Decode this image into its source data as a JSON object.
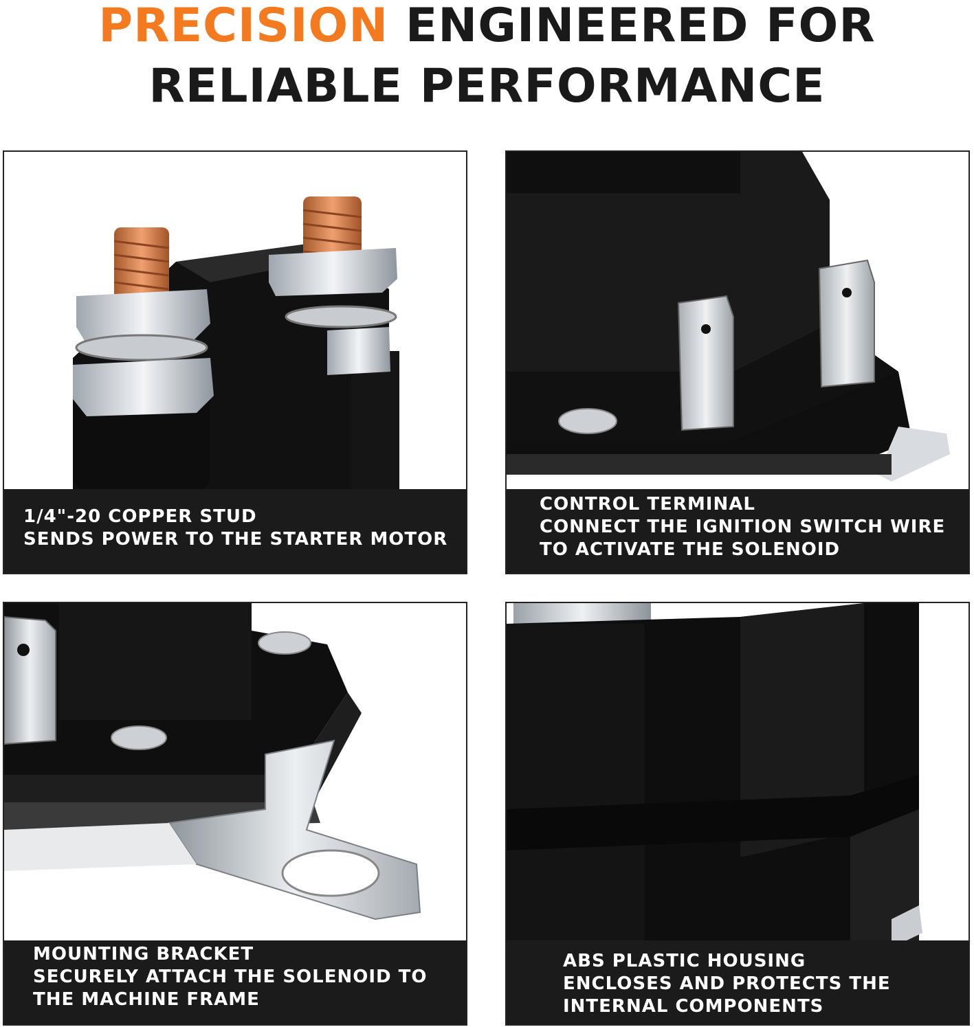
{
  "headline": {
    "accent_word": "PRECISION",
    "line1_rest": "ENGINEERED FOR",
    "line2": "RELIABLE PERFORMANCE",
    "accent_color": "#f47a20",
    "text_color": "#1a1a1a"
  },
  "panels": [
    {
      "caption_lines": [
        "1/4\"-20 COPPER STUD",
        "SENDS POWER TO THE STARTER MOTOR"
      ]
    },
    {
      "caption_lines": [
        "CONTROL TERMINAL",
        "CONNECT THE IGNITION SWITCH WIRE",
        "TO ACTIVATE THE SOLENOID"
      ]
    },
    {
      "caption_lines": [
        "MOUNTING BRACKET",
        "SECURELY ATTACH THE SOLENOID TO",
        "THE MACHINE FRAME"
      ]
    },
    {
      "caption_lines": [
        "ABS PLASTIC HOUSING",
        "ENCLOSES AND PROTECTS THE",
        "INTERNAL COMPONENTS"
      ]
    }
  ]
}
